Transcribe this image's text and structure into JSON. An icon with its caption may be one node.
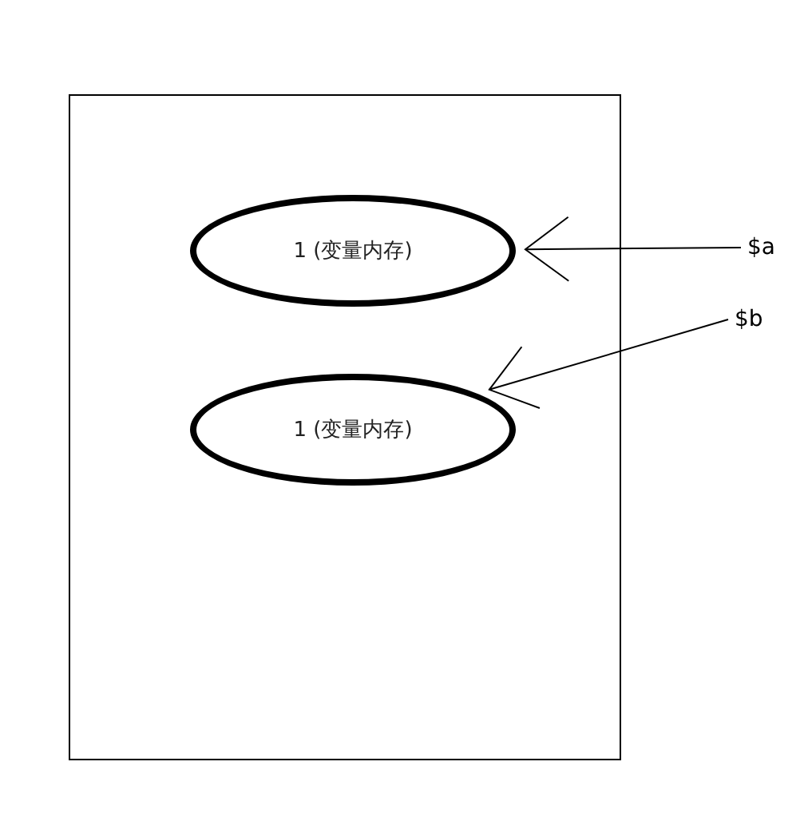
{
  "diagram": {
    "nodes": [
      {
        "text": [],
        "shape": "box"
      },
      {
        "text": [
          "1 (变量内存)"
        ],
        "in": 0
      },
      {
        "text": [
          "1 (变量内存)"
        ],
        "in": 0
      },
      {
        "text": [
          "$a"
        ]
      },
      {
        "text": [
          "$b"
        ]
      }
    ],
    "edges": [
      {
        "from": 3,
        "to": 1,
        "arrow": "to"
      },
      {
        "from": 4,
        "to": 2,
        "arrow": "to"
      }
    ]
  }
}
